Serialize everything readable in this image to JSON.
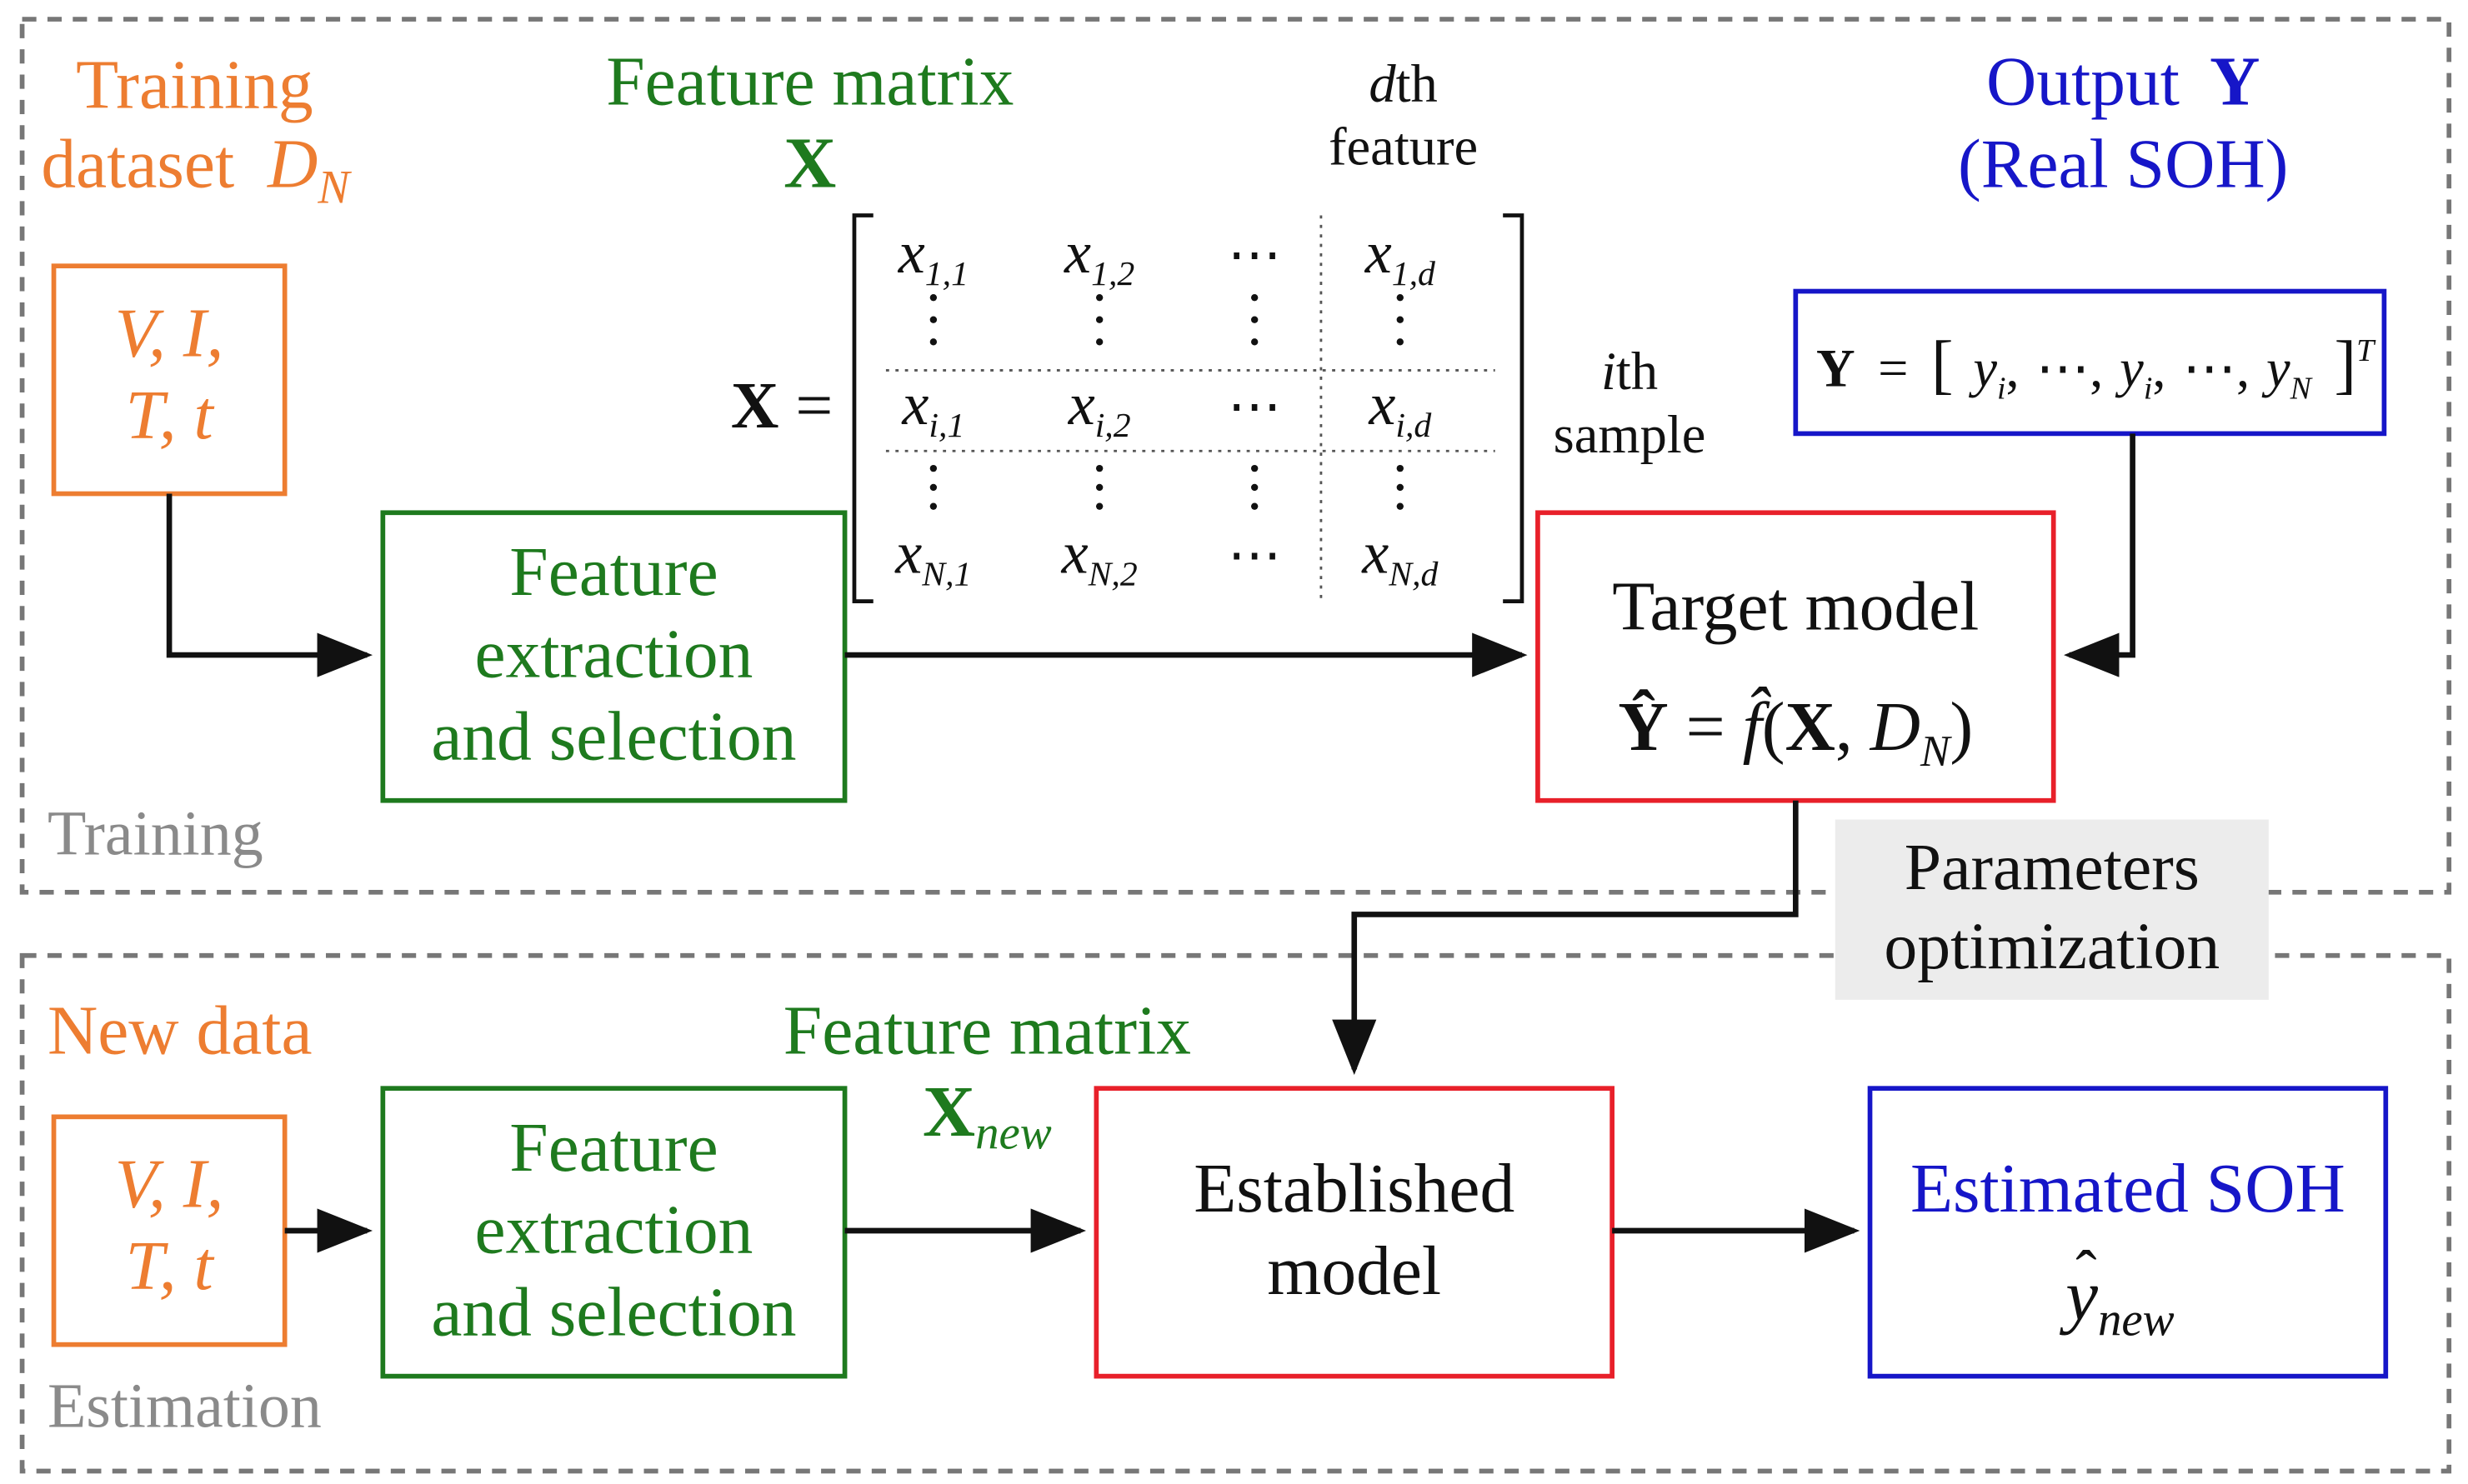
{
  "colors": {
    "orange": "#ed7d31",
    "green": "#1e7a1e",
    "red": "#e8202a",
    "blue": "#1616c8",
    "gray_label": "#8a8a8a",
    "dashed_border": "#777777",
    "param_bg": "#ececec"
  },
  "training": {
    "section_label": "Training",
    "dataset_label_line1": "Training",
    "dataset_label_line2": "dataset",
    "dataset_symbol": "D",
    "dataset_subscript": "N",
    "input_line1": "V, I,",
    "input_line2": "T, t",
    "fe_line1": "Feature",
    "fe_line2": "extraction",
    "fe_line3": "and selection",
    "feature_matrix_label": "Feature matrix",
    "feature_matrix_symbol": "X",
    "matrix_lhs": "X",
    "dth_prefix": "d",
    "dth_suffix": "th",
    "dth_line2": "feature",
    "ith_prefix": "i",
    "ith_suffix": "th",
    "ith_line2": "sample",
    "output_label": "Output",
    "output_symbol": "Y",
    "output_sub": "(Real SOH)",
    "target_model_title": "Target model"
  },
  "matrix": {
    "rows": [
      [
        {
          "b": "x",
          "s": "1,1"
        },
        {
          "b": "x",
          "s": "1,2"
        },
        {
          "b": "⋯",
          "s": ""
        },
        {
          "b": "x",
          "s": "1,d"
        }
      ],
      [
        {
          "b": "x",
          "s": "i,1"
        },
        {
          "b": "x",
          "s": "i,2"
        },
        {
          "b": "⋯",
          "s": ""
        },
        {
          "b": "x",
          "s": "i,d"
        }
      ],
      [
        {
          "b": "x",
          "s": "N,1"
        },
        {
          "b": "x",
          "s": "N,2"
        },
        {
          "b": "⋯",
          "s": ""
        },
        {
          "b": "x",
          "s": "N,d"
        }
      ]
    ]
  },
  "output_formula": {
    "lhs": "Y",
    "eq": "=",
    "items": [
      "y",
      "i",
      "⋯",
      "y",
      "i",
      "⋯",
      "y",
      "N"
    ],
    "transpose": "T"
  },
  "param_label_line1": "Parameters",
  "param_label_line2": "optimization",
  "estimation": {
    "section_label": "Estimation",
    "new_data_label": "New data",
    "input_line1": "V, I,",
    "input_line2": "T, t",
    "fe_line1": "Feature",
    "fe_line2": "extraction",
    "fe_line3": "and selection",
    "feature_matrix_label": "Feature matrix",
    "feature_matrix_symbol": "X",
    "feature_matrix_subscript": "new",
    "established_line1": "Established",
    "established_line2": "model",
    "estimated_label": "Estimated SOH",
    "estimated_symbol": "y",
    "estimated_subscript": "new"
  }
}
